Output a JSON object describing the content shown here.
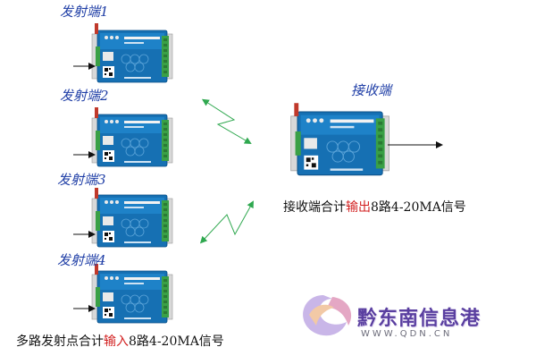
{
  "transmitters": [
    {
      "label": "发射端1"
    },
    {
      "label": "发射端2"
    },
    {
      "label": "发射端3"
    },
    {
      "label": "发射端4"
    }
  ],
  "receiver": {
    "label": "接收端"
  },
  "receiver_caption": {
    "prefix": "接收端合计",
    "highlight": "输出",
    "suffix": "8路4-20MA信号"
  },
  "transmitter_caption": {
    "prefix": "多路发射点合计",
    "highlight": "输入",
    "suffix": "8路4-20MA信号"
  },
  "watermark": {
    "name": "黔东南信息港",
    "url": "WWW.QDN.CN"
  },
  "colors": {
    "device_body": "#1670b3",
    "device_label": "#f2f2f2",
    "terminal": "#3aa046",
    "antenna": "#c0392b",
    "wireless": "#2fa84f",
    "label_blue": "#1f3ea6",
    "highlight_red": "#d21f1f"
  }
}
